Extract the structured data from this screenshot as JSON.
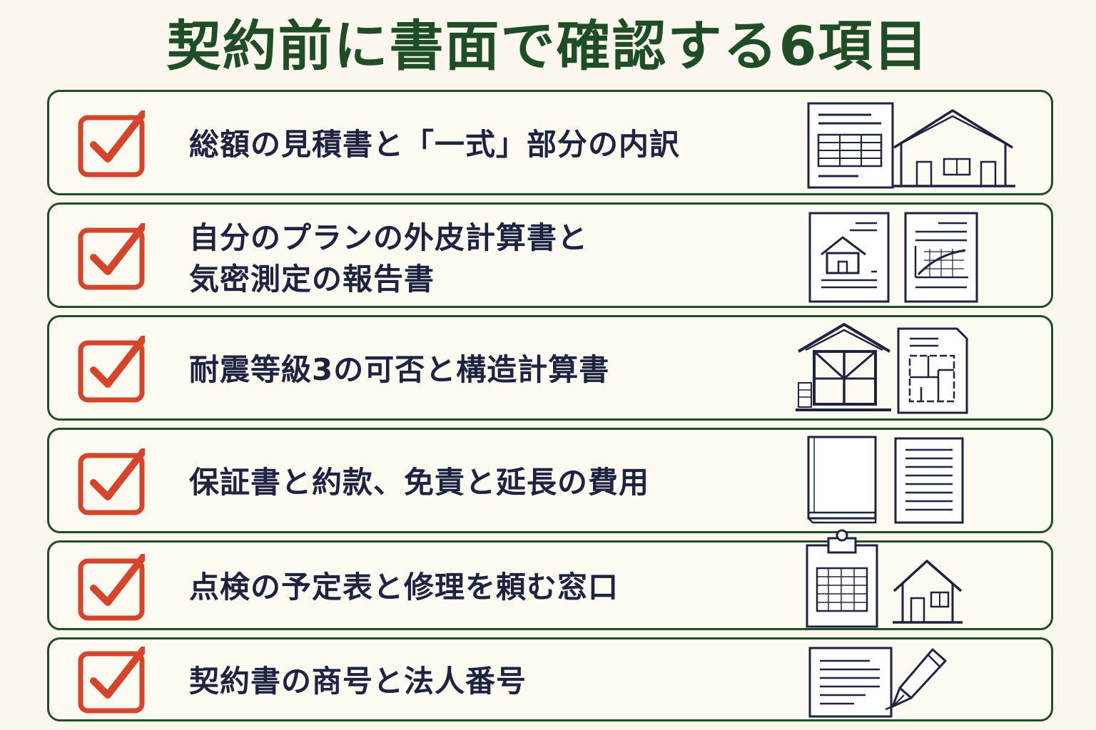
{
  "title": "契約前に書面で確認する6項目",
  "colors": {
    "accent_green": "#1f4d26",
    "check_red": "#d4452c",
    "icon_navy": "#1d2340",
    "background": "#fbf7ee"
  },
  "items": [
    {
      "lines": [
        "総額の見積書と「一式」部分の内訳"
      ],
      "checked": true,
      "icons": [
        "estimate-sheet-icon",
        "house-icon"
      ]
    },
    {
      "lines": [
        "自分のプランの外皮計算書と",
        "気密測定の報告書"
      ],
      "checked": true,
      "icons": [
        "house-plan-document-icon",
        "graph-document-icon"
      ]
    },
    {
      "lines": [
        "耐震等級3の可否と構造計算書"
      ],
      "checked": true,
      "icons": [
        "house-frame-icon",
        "floor-plan-document-icon"
      ]
    },
    {
      "lines": [
        "保証書と約款、免責と延長の費用"
      ],
      "checked": true,
      "icons": [
        "booklet-icon",
        "text-document-icon"
      ]
    },
    {
      "lines": [
        "点検の予定表と修理を頼む窓口"
      ],
      "checked": true,
      "icons": [
        "clipboard-schedule-icon",
        "small-house-icon"
      ]
    },
    {
      "lines": [
        "契約書の商号と法人番号"
      ],
      "checked": true,
      "icons": [
        "contract-document-icon",
        "fountain-pen-icon"
      ]
    }
  ]
}
